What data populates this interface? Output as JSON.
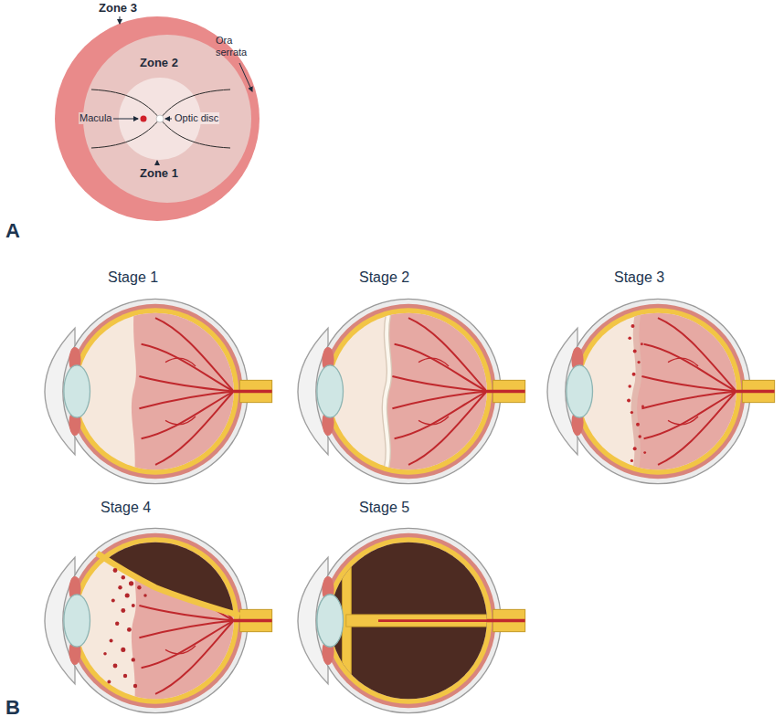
{
  "diagram": {
    "labels": [
      "Zone 3",
      "Ora serrata",
      "Zone 2",
      "Macula",
      "Optic disc",
      "Zone 1",
      "A",
      "Stage 1",
      "Stage 2",
      "Stage 3",
      "Stage 4",
      "Stage 5",
      "B"
    ]
  }
}
